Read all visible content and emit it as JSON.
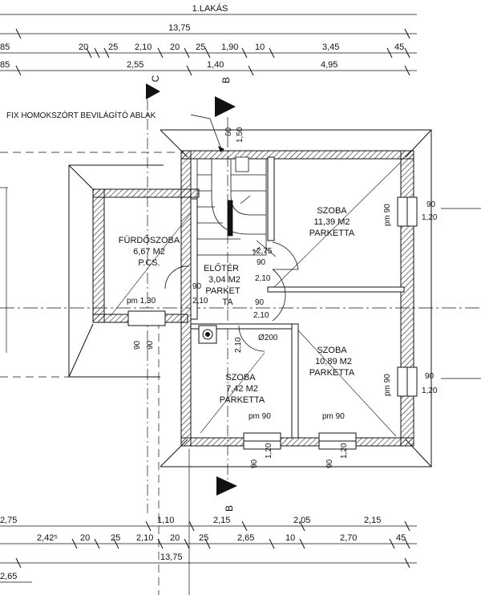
{
  "title": "1.LAKÁS",
  "annotation": "FIX HOMOKSZÓRT BEVILÁGÍTÓ ABLAK",
  "section_marks": {
    "c": "C",
    "b_top": "B",
    "b_bottom": "B"
  },
  "dims_top_total": "13,75",
  "dims_top_row1": [
    "85",
    "20",
    "25",
    "2,10",
    "20",
    "25",
    "1,90",
    "10",
    "3,45",
    "45"
  ],
  "dims_top_row2": [
    "85",
    "2,55",
    "1,40",
    "4,95"
  ],
  "dims_bottom_row1": [
    "2,75",
    "1,10",
    "2,15",
    "2,05",
    "2,15"
  ],
  "dims_bottom_row2": [
    "2,42⁵",
    "20",
    "25",
    "2,10",
    "20",
    "25",
    "2,65",
    "10",
    "2,70",
    "45"
  ],
  "dims_bottom_total": "13,75",
  "dims_bottom_row3": "2,65",
  "rooms": {
    "furdo": {
      "name": "FÜRDŐSZOBA",
      "area": "6,67 M2",
      "floor": "P.CS."
    },
    "eloter": {
      "name": "ELŐTÉR",
      "area": "3,04 M2",
      "floor": "PARKET",
      "floor2": "TA"
    },
    "szoba1": {
      "name": "SZOBA",
      "area": "11,39 M2",
      "floor": "PARKETTA"
    },
    "szoba2": {
      "name": "SZOBA",
      "area": "10,89 M2",
      "floor": "PARKETTA"
    },
    "szoba3": {
      "name": "SZOBA",
      "area": "7,42 M2",
      "floor": "PARKETTA"
    }
  },
  "openings": {
    "pm_furdo": "pm 1,30",
    "pm_szoba1": "pm 90",
    "pm_szoba2": "pm 90",
    "pm_szoba3": "pm 90",
    "pm_bottom": "pm 90",
    "door_275": "+2,75",
    "d90_a": "90",
    "d210_a": "2,10",
    "d90_b": "90",
    "d210_b": "2,10",
    "d90_c": "90",
    "d210_c": "2,10",
    "chimney": "Ø200",
    "v60": "60",
    "v150": "1,50",
    "r90_top": "90",
    "r120_top": "1,20",
    "r90_mid": "90",
    "r120_mid": "1,20",
    "v90_left1": "90",
    "v90_left2": "90",
    "v90_bot1": "90",
    "v120_bot1": "1,20",
    "v90_bot2": "90",
    "v120_bot2": "1,20",
    "v210_small": "2,10"
  }
}
